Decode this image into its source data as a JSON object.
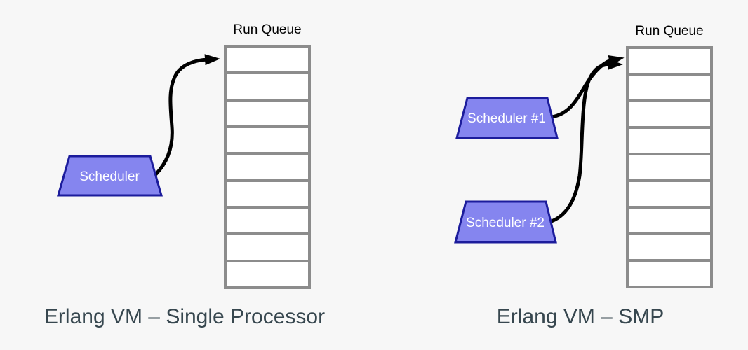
{
  "canvas": {
    "background": "#f7f7f7"
  },
  "colors": {
    "queue_border": "#8c8c8c",
    "slot_fill": "#ffffff",
    "scheduler_fill": "#8585ef",
    "scheduler_border": "#1c1c9c",
    "scheduler_label_text": "#ffffff",
    "arrow": "#000000",
    "queue_label_text": "#000000",
    "caption_text": "#37474f"
  },
  "panels": [
    {
      "caption": "Erlang VM – Single Processor",
      "queue": {
        "label": "Run Queue",
        "slot_count": 9
      },
      "schedulers": [
        {
          "label": "Scheduler"
        }
      ]
    },
    {
      "caption": "Erlang VM – SMP",
      "queue": {
        "label": "Run Queue",
        "slot_count": 9
      },
      "schedulers": [
        {
          "label": "Scheduler #1"
        },
        {
          "label": "Scheduler #2"
        }
      ]
    }
  ]
}
